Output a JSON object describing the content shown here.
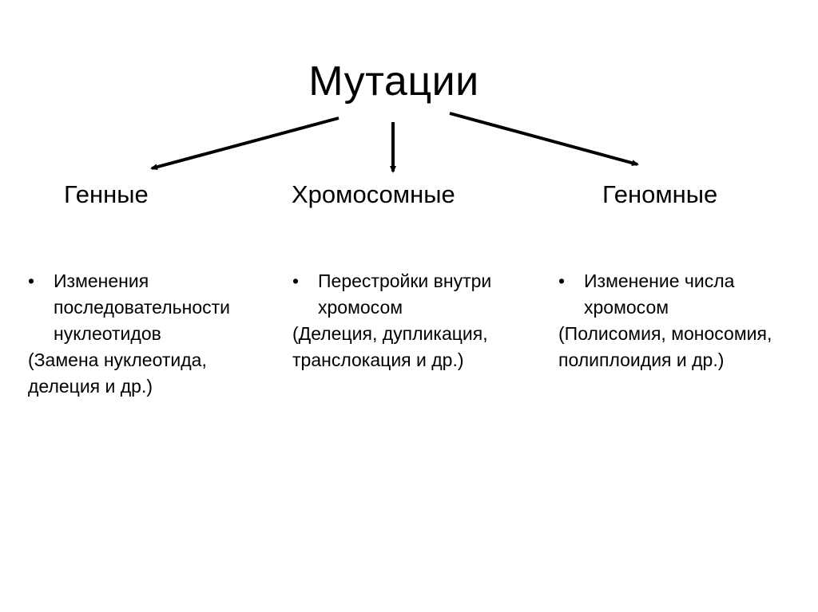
{
  "title": "Мутации",
  "categories": [
    {
      "name": "Генные",
      "bullet": "•",
      "description": "Изменения\nпоследовательности\nнуклеотидов",
      "examples": "(Замена нуклеотида,\nделеция и др.)"
    },
    {
      "name": "Хромосомные",
      "bullet": "•",
      "description": "Перестройки внутри\nхромосом",
      "examples": "(Делеция, дупликация,\nтранслокация и др.)"
    },
    {
      "name": "Геномные",
      "bullet": "•",
      "description": "Изменение числа\nхромосом",
      "examples": "(Полисомия, моносомия,\nполиплоидия и др.)"
    }
  ],
  "colors": {
    "text": "#000000",
    "arrow": "#000000",
    "background": "#ffffff"
  }
}
